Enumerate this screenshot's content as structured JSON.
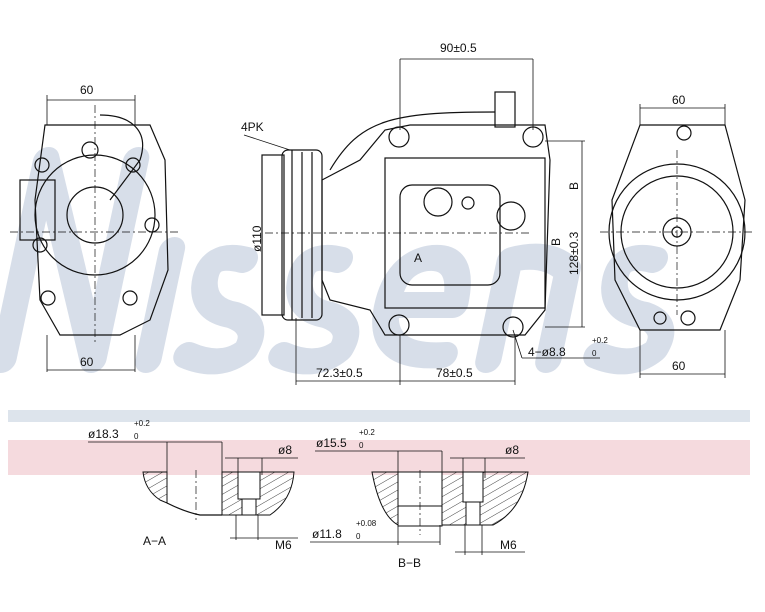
{
  "watermark": "Nissens",
  "colors": {
    "band_blue": "#dde4ec",
    "band_pink": "#f5dade",
    "watermark": "#c9d3e1",
    "line": "#111111"
  },
  "left_view": {
    "width_top": "60",
    "width_bottom": "60"
  },
  "side_view": {
    "belt": "4PK",
    "top_span": "90±0.5",
    "pulley_diameter": "ø110",
    "height": "128±0.3",
    "section_b_top": "B",
    "section_b_mid": "B",
    "section_a": "A",
    "dist_left": "72.3±0.5",
    "dist_right": "78±0.5",
    "holes": "4−ø8.8",
    "holes_tol_plus": "+0.2",
    "holes_tol_minus": "0"
  },
  "right_view": {
    "width_top": "60",
    "width_bottom": "60"
  },
  "section_aa": {
    "title": "A−A",
    "bore": "ø18.3",
    "bore_tol_plus": "+0.2",
    "bore_tol_minus": "0",
    "hole": "ø8",
    "thread": "M6"
  },
  "section_bb": {
    "title": "B−B",
    "bore": "ø15.5",
    "bore_tol_plus": "+0.2",
    "bore_tol_minus": "0",
    "bore2": "ø11.8",
    "bore2_tol_plus": "+0.08",
    "bore2_tol_minus": "0",
    "hole": "ø8",
    "thread": "M6"
  }
}
